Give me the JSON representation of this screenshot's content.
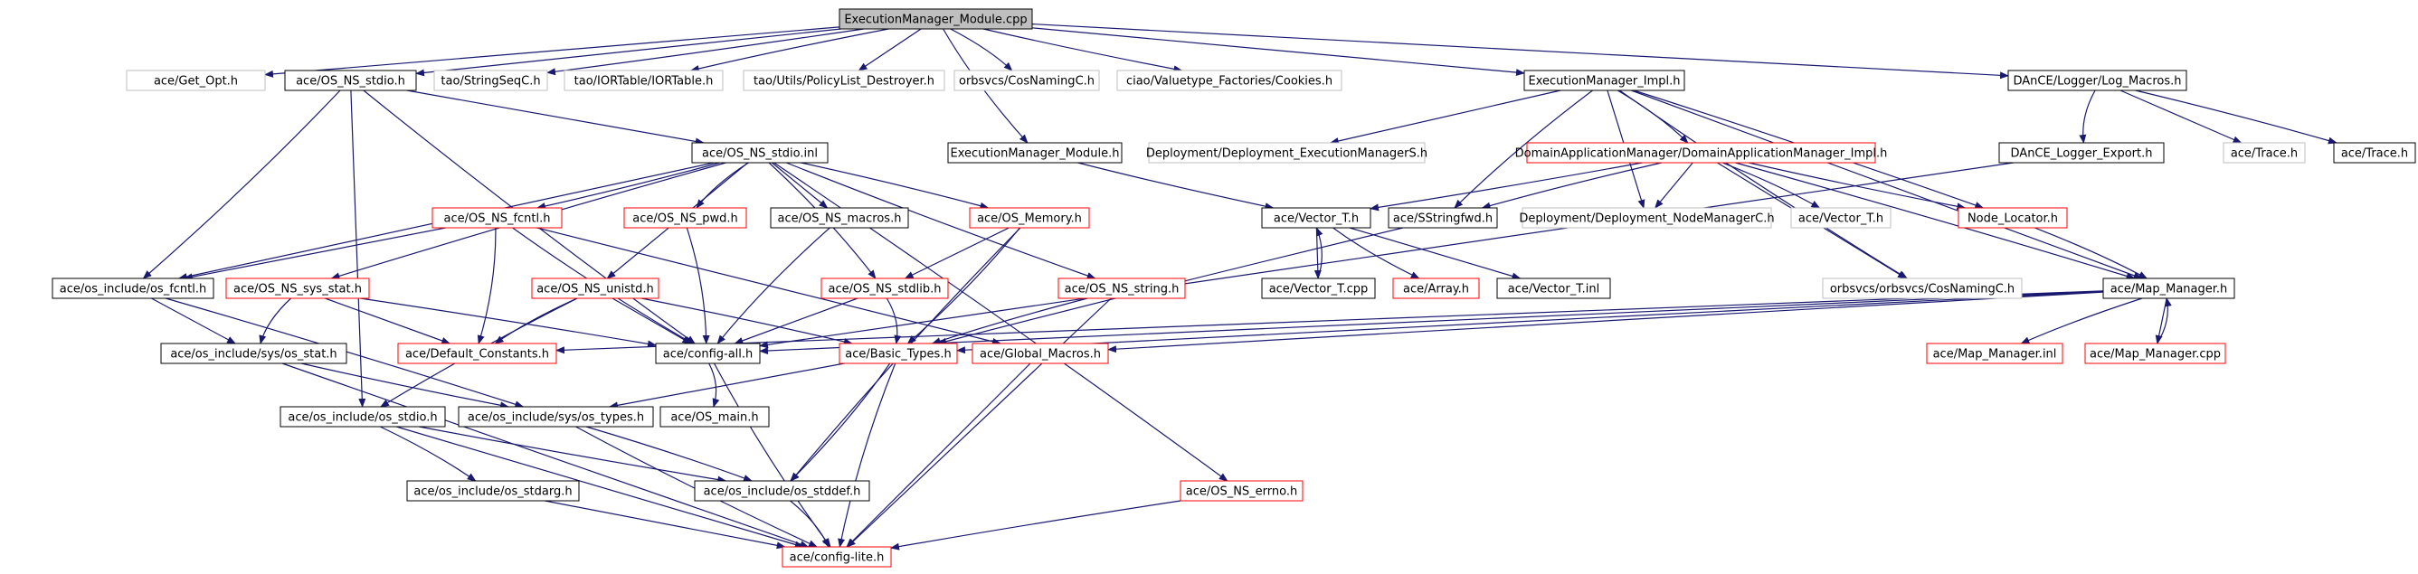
{
  "diagram": {
    "kind": "include dependency graph",
    "style": {
      "edge_color": "#191970",
      "box_border_default": "#000000",
      "box_border_red": "#ff0000",
      "box_border_gray": "#bfbfbf",
      "root_fill": "#bfbfbf",
      "text_color": "#000000"
    },
    "nodes": [
      {
        "id": "root",
        "label": "ExecutionManager_Module.cpp",
        "style": "root"
      },
      {
        "id": "get_opt",
        "label": "ace/Get_Opt.h",
        "style": "gray"
      },
      {
        "id": "os_ns_stdio_h",
        "label": "ace/OS_NS_stdio.h",
        "style": "black"
      },
      {
        "id": "stringseqc",
        "label": "tao/StringSeqC.h",
        "style": "gray"
      },
      {
        "id": "iortable",
        "label": "tao/IORTable/IORTable.h",
        "style": "gray"
      },
      {
        "id": "policylist",
        "label": "tao/Utils/PolicyList_Destroyer.h",
        "style": "gray"
      },
      {
        "id": "cosnamingc",
        "label": "orbsvcs/CosNamingC.h",
        "style": "gray"
      },
      {
        "id": "cookies",
        "label": "ciao/Valuetype_Factories/Cookies.h",
        "style": "gray"
      },
      {
        "id": "em_impl",
        "label": "ExecutionManager_Impl.h",
        "style": "black"
      },
      {
        "id": "log_macros",
        "label": "DAnCE/Logger/Log_Macros.h",
        "style": "black"
      },
      {
        "id": "os_ns_stdio_inl",
        "label": "ace/OS_NS_stdio.inl",
        "style": "black"
      },
      {
        "id": "em_module_h",
        "label": "ExecutionManager_Module.h",
        "style": "black"
      },
      {
        "id": "deploy_emS",
        "label": "Deployment/Deployment_ExecutionManagerS.h",
        "style": "gray"
      },
      {
        "id": "dam_impl",
        "label": "DomainApplicationManager/DomainApplicationManager_Impl.h",
        "style": "red"
      },
      {
        "id": "dance_logger_export",
        "label": "DAnCE_Logger_Export.h",
        "style": "black"
      },
      {
        "id": "trace1",
        "label": "ace/Trace.h",
        "style": "gray"
      },
      {
        "id": "trace2",
        "label": "ace/Trace.h",
        "style": "black"
      },
      {
        "id": "os_ns_fcntl",
        "label": "ace/OS_NS_fcntl.h",
        "style": "red"
      },
      {
        "id": "os_ns_pwd",
        "label": "ace/OS_NS_pwd.h",
        "style": "red"
      },
      {
        "id": "os_ns_macros",
        "label": "ace/OS_NS_macros.h",
        "style": "black"
      },
      {
        "id": "os_memory",
        "label": "ace/OS_Memory.h",
        "style": "red"
      },
      {
        "id": "vector_t_h",
        "label": "ace/Vector_T.h",
        "style": "black"
      },
      {
        "id": "sstringfwd",
        "label": "ace/SStringfwd.h",
        "style": "black"
      },
      {
        "id": "deploy_nmC",
        "label": "Deployment/Deployment_NodeManagerC.h",
        "style": "gray"
      },
      {
        "id": "vector_t_h2",
        "label": "ace/Vector_T.h",
        "style": "gray"
      },
      {
        "id": "node_locator",
        "label": "Node_Locator.h",
        "style": "red"
      },
      {
        "id": "os_include_fcntl",
        "label": "ace/os_include/os_fcntl.h",
        "style": "black"
      },
      {
        "id": "os_ns_sys_stat",
        "label": "ace/OS_NS_sys_stat.h",
        "style": "red"
      },
      {
        "id": "os_ns_unistd",
        "label": "ace/OS_NS_unistd.h",
        "style": "red"
      },
      {
        "id": "os_ns_stdlib",
        "label": "ace/OS_NS_stdlib.h",
        "style": "red"
      },
      {
        "id": "os_ns_string",
        "label": "ace/OS_NS_string.h",
        "style": "red"
      },
      {
        "id": "vector_t_cpp",
        "label": "ace/Vector_T.cpp",
        "style": "black"
      },
      {
        "id": "array_h",
        "label": "ace/Array.h",
        "style": "red"
      },
      {
        "id": "vector_t_inl",
        "label": "ace/Vector_T.inl",
        "style": "black"
      },
      {
        "id": "orbsvcs_cosnaming",
        "label": "orbsvcs/orbsvcs/CosNamingC.h",
        "style": "gray"
      },
      {
        "id": "map_manager_h",
        "label": "ace/Map_Manager.h",
        "style": "black"
      },
      {
        "id": "os_include_sys_stat",
        "label": "ace/os_include/sys/os_stat.h",
        "style": "black"
      },
      {
        "id": "default_constants",
        "label": "ace/Default_Constants.h",
        "style": "red"
      },
      {
        "id": "config_all",
        "label": "ace/config-all.h",
        "style": "black"
      },
      {
        "id": "basic_types",
        "label": "ace/Basic_Types.h",
        "style": "red"
      },
      {
        "id": "global_macros",
        "label": "ace/Global_Macros.h",
        "style": "red"
      },
      {
        "id": "map_manager_inl",
        "label": "ace/Map_Manager.inl",
        "style": "red"
      },
      {
        "id": "map_manager_cpp",
        "label": "ace/Map_Manager.cpp",
        "style": "red"
      },
      {
        "id": "os_include_stdio",
        "label": "ace/os_include/os_stdio.h",
        "style": "black"
      },
      {
        "id": "os_include_sys_types",
        "label": "ace/os_include/sys/os_types.h",
        "style": "black"
      },
      {
        "id": "os_main",
        "label": "ace/OS_main.h",
        "style": "black"
      },
      {
        "id": "os_include_stdarg",
        "label": "ace/os_include/os_stdarg.h",
        "style": "black"
      },
      {
        "id": "os_include_stddef",
        "label": "ace/os_include/os_stddef.h",
        "style": "black"
      },
      {
        "id": "os_ns_errno",
        "label": "ace/OS_NS_errno.h",
        "style": "red"
      },
      {
        "id": "config_lite",
        "label": "ace/config-lite.h",
        "style": "red"
      }
    ],
    "edges": [
      [
        "root",
        "get_opt"
      ],
      [
        "root",
        "os_ns_stdio_h"
      ],
      [
        "root",
        "stringseqc"
      ],
      [
        "root",
        "iortable"
      ],
      [
        "root",
        "policylist"
      ],
      [
        "root",
        "cosnamingc"
      ],
      [
        "root",
        "cookies"
      ],
      [
        "root",
        "em_impl"
      ],
      [
        "root",
        "log_macros"
      ],
      [
        "root",
        "em_module_h"
      ],
      [
        "os_ns_stdio_h",
        "os_ns_stdio_inl"
      ],
      [
        "os_ns_stdio_h",
        "os_include_fcntl"
      ],
      [
        "os_ns_stdio_h",
        "config_all"
      ],
      [
        "os_ns_stdio_h",
        "os_include_stdio"
      ],
      [
        "os_ns_stdio_inl",
        "os_ns_fcntl"
      ],
      [
        "os_ns_stdio_inl",
        "os_ns_pwd"
      ],
      [
        "os_ns_stdio_inl",
        "os_ns_macros"
      ],
      [
        "os_ns_stdio_inl",
        "os_memory"
      ],
      [
        "os_ns_stdio_inl",
        "os_ns_sys_stat"
      ],
      [
        "os_ns_stdio_inl",
        "os_ns_unistd"
      ],
      [
        "os_ns_stdio_inl",
        "os_ns_stdlib"
      ],
      [
        "os_ns_stdio_inl",
        "os_ns_string"
      ],
      [
        "os_ns_stdio_inl",
        "os_include_fcntl"
      ],
      [
        "os_ns_stdio_inl",
        "os_ns_errno"
      ],
      [
        "em_module_h",
        "vector_t_h"
      ],
      [
        "em_impl",
        "deploy_emS"
      ],
      [
        "em_impl",
        "dam_impl"
      ],
      [
        "em_impl",
        "sstringfwd"
      ],
      [
        "em_impl",
        "deploy_nmC"
      ],
      [
        "em_impl",
        "node_locator"
      ],
      [
        "em_impl",
        "orbsvcs_cosnaming"
      ],
      [
        "em_impl",
        "map_manager_h"
      ],
      [
        "dam_impl",
        "vector_t_h"
      ],
      [
        "dam_impl",
        "sstringfwd"
      ],
      [
        "dam_impl",
        "deploy_nmC"
      ],
      [
        "dam_impl",
        "vector_t_h2"
      ],
      [
        "dam_impl",
        "node_locator"
      ],
      [
        "dam_impl",
        "orbsvcs_cosnaming"
      ],
      [
        "dam_impl",
        "map_manager_h"
      ],
      [
        "log_macros",
        "dance_logger_export"
      ],
      [
        "log_macros",
        "trace1"
      ],
      [
        "log_macros",
        "trace2"
      ],
      [
        "dance_logger_export",
        "config_all"
      ],
      [
        "os_ns_fcntl",
        "os_include_fcntl"
      ],
      [
        "os_ns_fcntl",
        "default_constants"
      ],
      [
        "os_ns_fcntl",
        "config_all"
      ],
      [
        "os_ns_fcntl",
        "global_macros"
      ],
      [
        "os_ns_pwd",
        "config_all"
      ],
      [
        "os_ns_macros",
        "config_all"
      ],
      [
        "os_memory",
        "os_ns_stdlib"
      ],
      [
        "os_memory",
        "basic_types"
      ],
      [
        "os_memory",
        "os_include_stddef"
      ],
      [
        "vector_t_h",
        "vector_t_cpp"
      ],
      [
        "vector_t_cpp",
        "vector_t_h"
      ],
      [
        "vector_t_h",
        "array_h"
      ],
      [
        "vector_t_h",
        "vector_t_inl"
      ],
      [
        "node_locator",
        "map_manager_h"
      ],
      [
        "sstringfwd",
        "basic_types"
      ],
      [
        "os_include_fcntl",
        "os_include_sys_stat"
      ],
      [
        "os_include_fcntl",
        "os_include_sys_types"
      ],
      [
        "os_ns_sys_stat",
        "os_include_sys_stat"
      ],
      [
        "os_ns_sys_stat",
        "default_constants"
      ],
      [
        "os_ns_sys_stat",
        "config_all"
      ],
      [
        "os_ns_unistd",
        "default_constants"
      ],
      [
        "os_ns_unistd",
        "config_all"
      ],
      [
        "os_ns_unistd",
        "basic_types"
      ],
      [
        "os_ns_unistd",
        "os_include_stdio"
      ],
      [
        "os_ns_stdlib",
        "config_all"
      ],
      [
        "os_ns_stdlib",
        "basic_types"
      ],
      [
        "os_ns_string",
        "basic_types"
      ],
      [
        "os_ns_string",
        "config_lite"
      ],
      [
        "map_manager_h",
        "config_all"
      ],
      [
        "map_manager_h",
        "default_constants"
      ],
      [
        "map_manager_h",
        "basic_types"
      ],
      [
        "map_manager_h",
        "global_macros"
      ],
      [
        "map_manager_h",
        "map_manager_inl"
      ],
      [
        "map_manager_h",
        "map_manager_cpp"
      ],
      [
        "map_manager_cpp",
        "map_manager_h"
      ],
      [
        "os_include_sys_stat",
        "os_include_sys_types"
      ],
      [
        "os_include_sys_stat",
        "config_lite"
      ],
      [
        "config_all",
        "os_main"
      ],
      [
        "config_all",
        "config_lite"
      ],
      [
        "basic_types",
        "os_include_sys_types"
      ],
      [
        "basic_types",
        "os_include_stddef"
      ],
      [
        "basic_types",
        "config_lite"
      ],
      [
        "global_macros",
        "config_lite"
      ],
      [
        "os_include_stdio",
        "os_include_stdarg"
      ],
      [
        "os_include_stdio",
        "os_include_stddef"
      ],
      [
        "os_include_stdio",
        "config_lite"
      ],
      [
        "os_include_sys_types",
        "os_include_stddef"
      ],
      [
        "os_include_sys_types",
        "config_lite"
      ],
      [
        "os_include_stdarg",
        "config_lite"
      ],
      [
        "os_include_stddef",
        "config_lite"
      ],
      [
        "os_ns_errno",
        "config_lite"
      ]
    ]
  }
}
